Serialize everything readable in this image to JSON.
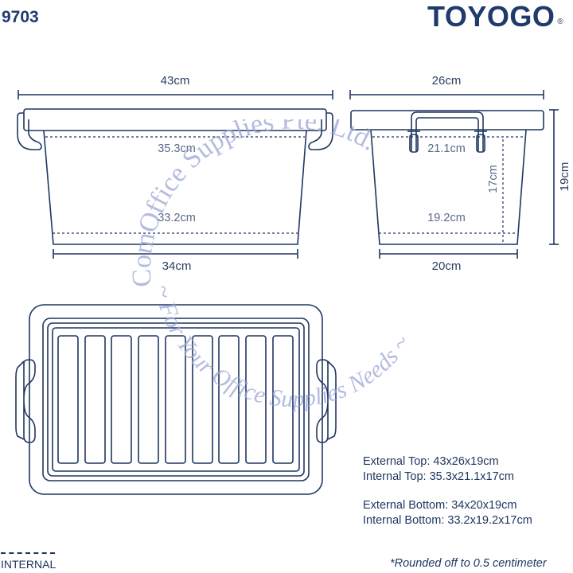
{
  "header": {
    "model_code": "9703",
    "brand": "TOYOGO",
    "brand_mark": "®"
  },
  "side_view_long": {
    "external_top_length": "43cm",
    "internal_top_length": "35.3cm",
    "internal_bottom_length": "33.2cm",
    "external_bottom_length": "34cm"
  },
  "side_view_short": {
    "external_top_width": "26cm",
    "internal_top_width": "21.1cm",
    "internal_bottom_width": "19.2cm",
    "external_bottom_width": "20cm",
    "internal_height": "17cm",
    "external_height": "19cm"
  },
  "specs": {
    "external_top": "External Top: 43x26x19cm",
    "internal_top": "Internal Top: 35.3x21.1x17cm",
    "external_bottom": "External Bottom: 34x20x19cm",
    "internal_bottom": "Internal Bottom: 33.2x19.2x17cm"
  },
  "legend": {
    "internal_label": "INTERNAL"
  },
  "footnote": "*Rounded off to 0.5 centimeter",
  "watermark": {
    "line1": "ComOffice Supplies Pte. Ltd.",
    "line2": "~ For Your Office Supplies Needs ~"
  },
  "colors": {
    "line": "#1f3760",
    "brand": "#1f3a6b",
    "watermark": "#9aa6d6"
  }
}
